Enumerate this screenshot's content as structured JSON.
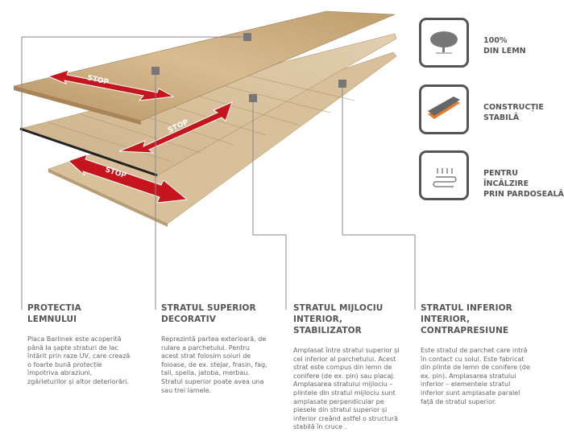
{
  "illustration": {
    "arrow_label": "STOP",
    "colors": {
      "arrow": "#c4161c",
      "wood_top": "#c9a878",
      "wood_mid": "#d9c2a0",
      "leader_line": "#888888"
    }
  },
  "features": [
    {
      "icon": "tree-icon",
      "line1": "100%",
      "line2": "DIN LEMN"
    },
    {
      "icon": "layers-icon",
      "line1": "CONSTRUCȚIE",
      "line2": "STABILĂ"
    },
    {
      "icon": "floor-heating-icon",
      "line1": "PENTRU ÎNCĂLZIRE",
      "line2": "PRIN PARDOSEALĂ"
    }
  ],
  "layers": [
    {
      "title1": "PROTECTIA",
      "title2": "LEMNULUI",
      "title3": "",
      "text": "Placa Barlinek este acoperită până la șapte straturi de lac întărit prin raze UV, care crează o foarte bună protecție împotriva abraziuni, zgârieturilor și altor deteriorări."
    },
    {
      "title1": "STRATUL SUPERIOR",
      "title2": "DECORATIV",
      "title3": "",
      "text": "Reprezintă partea exterioară, de rulare a parchetului.  Pentru acest strat folosim soiuri de foioase, de ex. stejar, frasin, fag, tali, spella, jatoba, merbau. Stratul superior poate avea una sau trei lamele."
    },
    {
      "title1": "STRATUL MIJLOCIU",
      "title2": "INTERIOR, STABILIZATOR",
      "title3": "",
      "text": "Amplasat între stratul superior și cel inferior al parchetului.  Acest strat este compus din lemn de conifere (de ex. pin) sau placaj. Amplasarea stratului mijlociu – plintele din stratul mijlociu sunt amplasate perpendicular pe piesele din stratul superior și inferior creând astfel o structură stabilă în cruce ."
    },
    {
      "title1": "STRATUL INFERIOR",
      "title2": "INTERIOR,",
      "title3": "CONTRAPRESIUNE",
      "text": "Este stratul de parchet care intră în contact cu solul. Este fabricat din plinte de lemn de conifere (de ex. pin). Amplasarea stratului inferior – elementele stratul inferior sunt amplasate paralel față de stratul superior."
    }
  ]
}
